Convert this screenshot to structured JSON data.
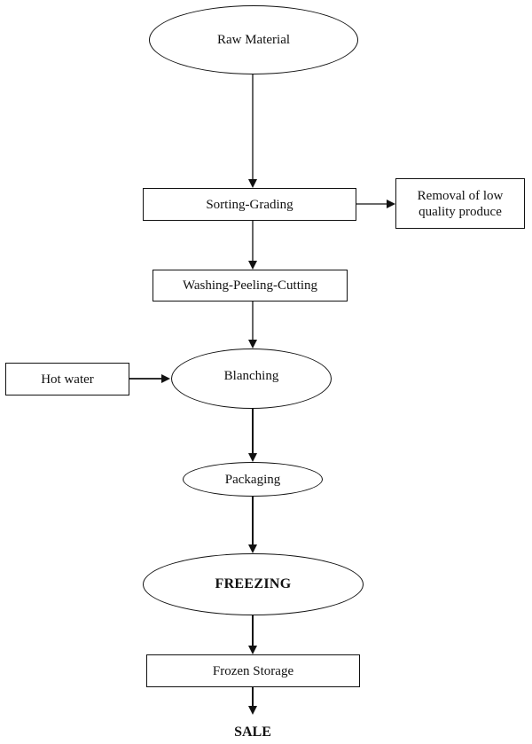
{
  "diagram": {
    "type": "flowchart",
    "nodes": {
      "raw_material": "Raw Material",
      "sorting_grading": "Sorting-Grading",
      "removal": "Removal of low quality produce",
      "washing": "Washing-Peeling-Cutting",
      "hot_water": "Hot water",
      "blanching": "Blanching",
      "packaging": "Packaging",
      "freezing": "FREEZING",
      "frozen_storage": "Frozen Storage",
      "sale": "SALE"
    },
    "edges": [
      [
        "raw_material",
        "sorting_grading"
      ],
      [
        "sorting_grading",
        "removal"
      ],
      [
        "sorting_grading",
        "washing"
      ],
      [
        "washing",
        "blanching"
      ],
      [
        "hot_water",
        "blanching"
      ],
      [
        "blanching",
        "packaging"
      ],
      [
        "packaging",
        "freezing"
      ],
      [
        "freezing",
        "frozen_storage"
      ],
      [
        "frozen_storage",
        "sale"
      ]
    ]
  }
}
